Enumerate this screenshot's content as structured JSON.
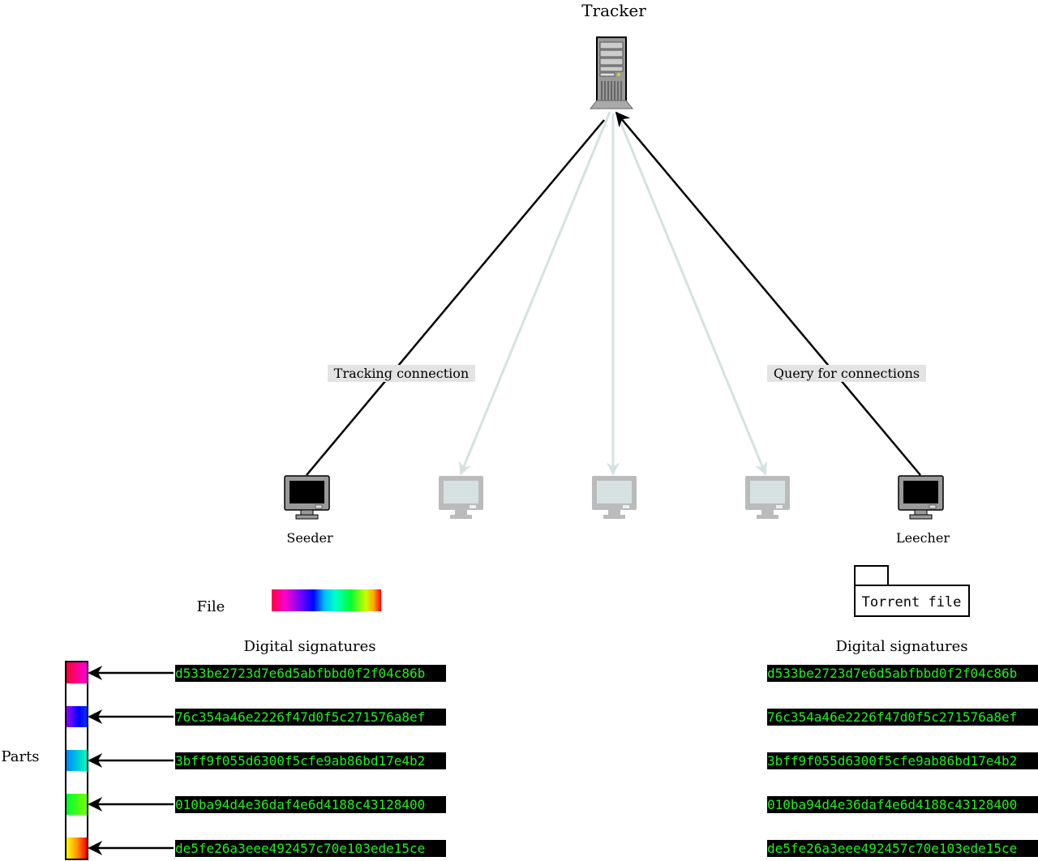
{
  "tracker": {
    "label": "Tracker",
    "icon": "server-icon"
  },
  "connections": {
    "tracking_label": "Tracking connection",
    "query_label": "Query for connections"
  },
  "peers": {
    "seeder_label": "Seeder",
    "leecher_label": "Leecher",
    "icon": "computer-icon",
    "inactive_count": 3
  },
  "file": {
    "label": "File"
  },
  "torrent": {
    "label": "Torrent file",
    "icon": "folder-icon"
  },
  "signatures": {
    "left_heading": "Digital signatures",
    "right_heading": "Digital signatures",
    "hashes": [
      "d533be2723d7e6d5abfbbd0f2f04c86b",
      "76c354a46e2226f47d0f5c271576a8ef",
      "3bff9f055d6300f5cfe9ab86bd17e4b2",
      "010ba94d4e36daf4e6d4188c43128400",
      "de5fe26a3eee492457c70e103ede15ce"
    ]
  },
  "parts": {
    "label": "Parts"
  },
  "colors": {
    "active_line": "#000000",
    "inactive_line": "#d5e2e1",
    "hash_bg": "#000000",
    "hash_text": "#22ee22",
    "label_bg": "#e3e3e3"
  }
}
